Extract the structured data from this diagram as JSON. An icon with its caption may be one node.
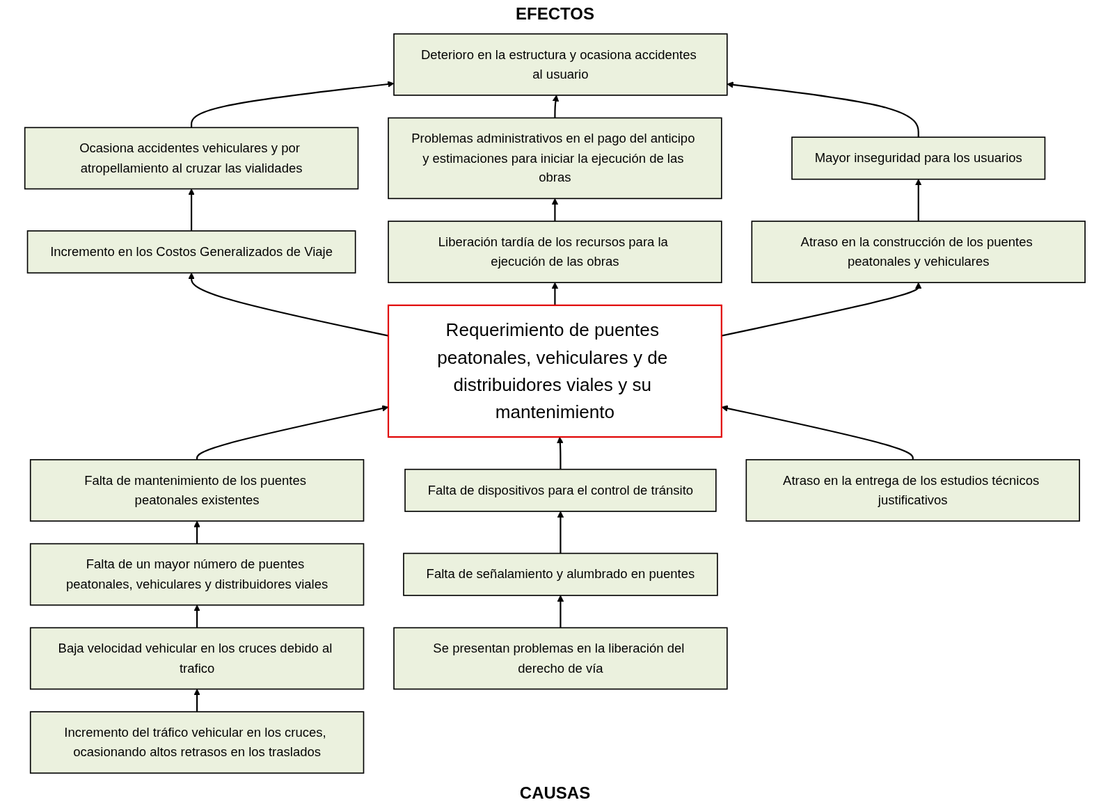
{
  "diagram": {
    "nodes": [
      {
        "text": [
          "Deterioro en la estructura y ocasiona accidentes al usuario"
        ]
      },
      {
        "text": [
          "Ocasiona accidentes vehiculares y por atropellamiento al cruzar las vialidades"
        ]
      },
      {
        "text": [
          "Problemas administrativos en el pago del anticipo y estimaciones para iniciar la ejecución de las obras"
        ]
      },
      {
        "text": [
          "Mayor inseguridad para los usuarios"
        ]
      },
      {
        "text": [
          "Incremento en los Costos Generalizados de Viaje"
        ]
      },
      {
        "text": [
          "Atraso en la construcción de los puentes peatonales y vehiculares"
        ]
      },
      {
        "text": [
          "Liberación tardía de los recursos para la ejecución de las obras"
        ]
      },
      {
        "text": [
          "Requerimiento de puentes peatonales, vehiculares y de distribuidores viales y su mantenimiento"
        ]
      },
      {
        "text": [
          "Falta de mantenimiento de los puentes peatonales existentes"
        ]
      },
      {
        "text": [
          "Falta de dispositivos para el control de tránsito"
        ]
      },
      {
        "text": [
          "Atraso en la entrega de los estudios técnicos justificativos"
        ]
      },
      {
        "text": [
          "Falta de un mayor número de puentes peatonales, vehiculares y distribuidores viales"
        ]
      },
      {
        "text": [
          "Falta de señalamiento y alumbrado en puentes"
        ]
      },
      {
        "text": [
          "Baja velocidad vehicular en los cruces debido al trafico"
        ]
      },
      {
        "text": [
          "Se presentan problemas en la liberación del derecho de vía"
        ]
      },
      {
        "text": [
          "Incremento del tráfico vehicular en los cruces, ocasionando altos retrasos en los traslados"
        ]
      }
    ],
    "edges": [
      {
        "from": 1,
        "to": 0,
        "arrow": "to"
      },
      {
        "from": 2,
        "to": 0,
        "arrow": "to"
      },
      {
        "from": 3,
        "to": 0,
        "arrow": "to"
      },
      {
        "from": 5,
        "to": 3,
        "arrow": "to"
      },
      {
        "from": 4,
        "to": 1,
        "arrow": "to"
      },
      {
        "from": 6,
        "to": 2,
        "arrow": "to"
      },
      {
        "from": 7,
        "to": 4,
        "arrow": "to"
      },
      {
        "from": 7,
        "to": 5,
        "arrow": "to"
      },
      {
        "from": 7,
        "to": 6,
        "arrow": "to"
      },
      {
        "from": 8,
        "to": 7,
        "arrow": "to"
      },
      {
        "from": 9,
        "to": 7,
        "arrow": "to"
      },
      {
        "from": 10,
        "to": 7,
        "arrow": "to"
      },
      {
        "from": 11,
        "to": 8,
        "arrow": "to"
      },
      {
        "from": 12,
        "to": 9,
        "arrow": "to"
      },
      {
        "from": 14,
        "to": 12,
        "arrow": "to"
      },
      {
        "from": 13,
        "to": 11,
        "arrow": "to"
      },
      {
        "from": 15,
        "to": 13,
        "arrow": "to"
      }
    ],
    "labels": [
      "EFECTOS",
      "CAUSAS"
    ]
  }
}
